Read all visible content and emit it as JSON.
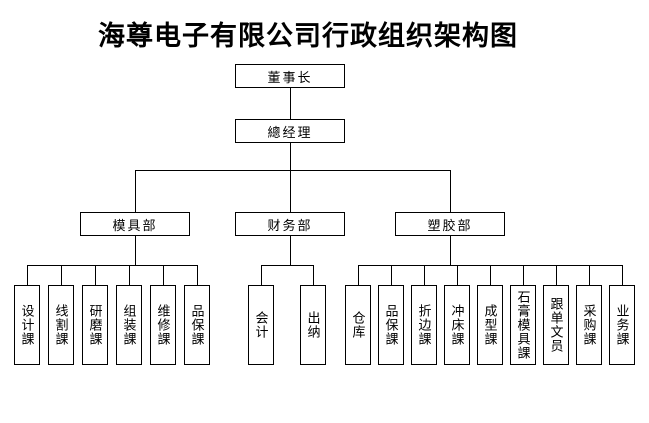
{
  "title": "海尊电子有限公司行政组织架构图",
  "org_chart": {
    "root": "董事长",
    "general_manager": "總经理",
    "departments": [
      {
        "label": "模具部",
        "children": [
          "设计課",
          "线割課",
          "研磨課",
          "组装課",
          "维修課",
          "品保課"
        ]
      },
      {
        "label": "财务部",
        "children": [
          "会计",
          "出纳"
        ]
      },
      {
        "label": "塑胶部",
        "children": [
          "仓库",
          "品保課",
          "折边課",
          "冲床課",
          "成型課",
          "石膏模具課",
          "跟单文员",
          "采购課",
          "业务課"
        ]
      }
    ]
  }
}
